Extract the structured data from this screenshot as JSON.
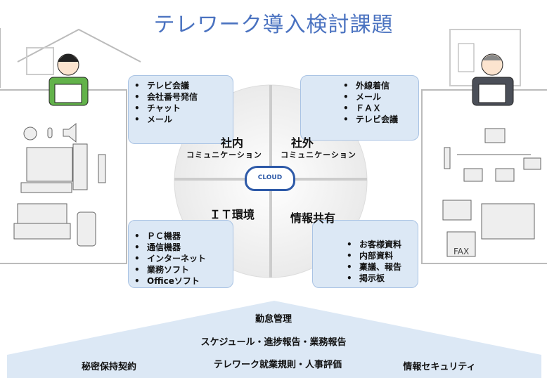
{
  "title": "テレワーク導入検討課題",
  "quadrants": {
    "internal": {
      "title": "社内",
      "subtitle": "コミュニケーション",
      "items": [
        "テレビ会議",
        "会社番号発信",
        "チャット",
        "メール"
      ]
    },
    "external": {
      "title": "社外",
      "subtitle": "コミュニケーション",
      "items": [
        "外線着信",
        "メール",
        "ＦＡＸ",
        "テレビ会議"
      ]
    },
    "it": {
      "title": "ＩＴ環境",
      "items": [
        "ＰＣ機器",
        "通信機器",
        "インターネット",
        "業務ソフト",
        "Officeソフト"
      ]
    },
    "info": {
      "title": "情報共有",
      "items": [
        "お客様資料",
        "内部資料",
        "稟議、報告",
        "掲示板"
      ]
    }
  },
  "cloud_label": "CLOUD",
  "foundation": {
    "top": "勤怠管理",
    "middle": "スケジュール・進捗報告・業務報告",
    "left": "秘密保持契約",
    "center": "テレワーク就業規則・人事評価",
    "right": "情報セキュリティ"
  },
  "fax_label": "FAX",
  "colors": {
    "title": "#4a72c0",
    "box": "#dce8f5",
    "foundation": "#dce8f5"
  }
}
